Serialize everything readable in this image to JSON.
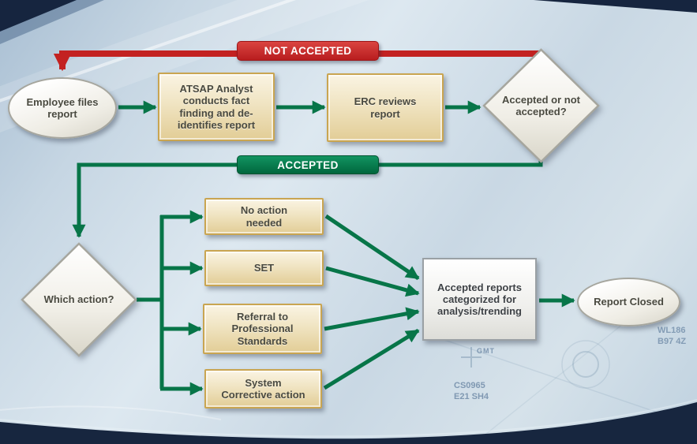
{
  "banners": {
    "not_accepted": "NOT ACCEPTED",
    "accepted": "ACCEPTED"
  },
  "nodes": {
    "employee_files": "Employee files\nreport",
    "atsap_analyst": "ATSAP Analyst\nconducts fact\nfinding and de-\nidentifies report",
    "erc_reviews": "ERC reviews\nreport",
    "accept_decision": "Accepted or not\naccepted?",
    "which_action": "Which action?",
    "no_action": "No action\nneeded",
    "set": "SET",
    "referral": "Referral to\nProfessional\nStandards",
    "system_corrective": "System\nCorrective action",
    "categorized": "Accepted reports\ncategorized for\nanalysis/trending",
    "report_closed": "Report Closed"
  },
  "background": {
    "labels": [
      {
        "text": "GMT"
      },
      {
        "text": "CS0965\nE21 SH4"
      },
      {
        "text": "WL186\nB97 4Z"
      }
    ]
  },
  "colors": {
    "flow_green": "#077548",
    "flow_red": "#c32221",
    "box_tan_border": "#c9a551",
    "navy_corner": "#16253f"
  }
}
